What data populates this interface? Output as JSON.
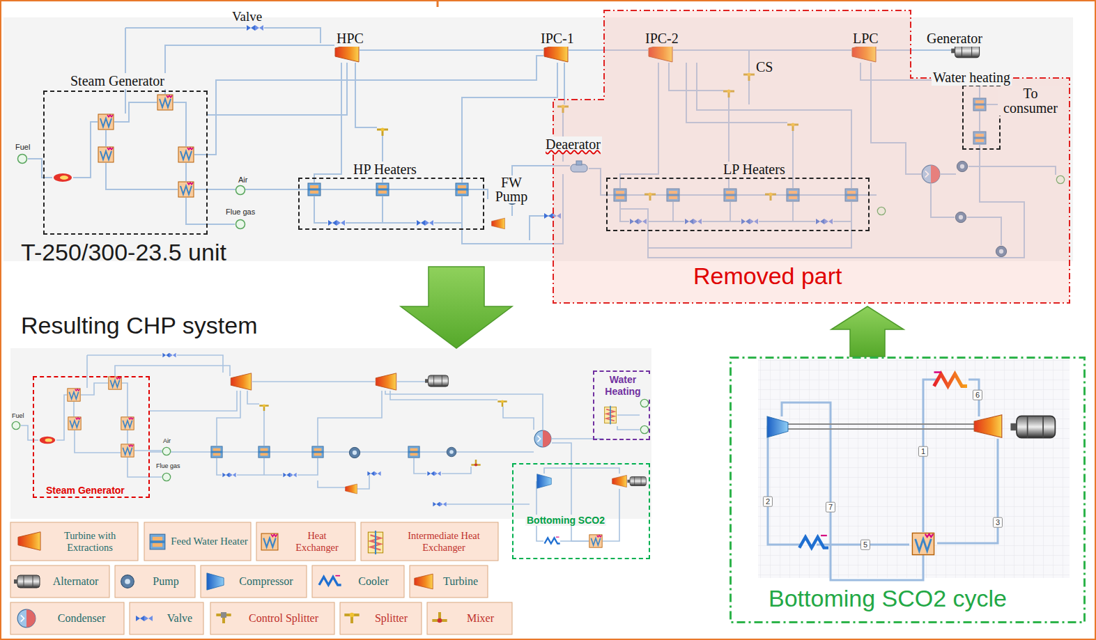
{
  "diagram": {
    "nodes": [
      {
        "text": [
          "T-250/300-23.5 unit"
        ]
      },
      {
        "text": [
          "Steam Generator"
        ],
        "in": 0
      },
      {
        "text": [
          "HP Heaters"
        ],
        "in": 0
      },
      {
        "text": [
          "Removed part"
        ],
        "in": 0
      },
      {
        "text": [
          "LP Heaters"
        ],
        "in": 3
      },
      {
        "text": [
          "Water heating"
        ],
        "in": 3
      },
      {
        "text": [
          "Resulting CHP system"
        ]
      },
      {
        "text": [
          "Steam Generator"
        ],
        "in": 6
      },
      {
        "text": [
          "Water Heating"
        ],
        "in": 6
      },
      {
        "text": [
          "Bottoming SCO2"
        ],
        "in": 6
      },
      {
        "text": [
          "Bottoming SCO2 cycle"
        ]
      }
    ],
    "edges": [
      {
        "from": 0,
        "to": 6,
        "arrow": "to"
      },
      {
        "from": 10,
        "to": 3,
        "arrow": "to"
      }
    ],
    "labels": [
      "Valve",
      "HPC",
      "IPC-1",
      "IPC-2",
      "LPC",
      "Generator",
      "CS",
      "To consumer",
      "Deaerator",
      "FW Pump",
      "Fuel",
      "Air",
      "Flue gas",
      "Fuel",
      "Air",
      "Flue gas",
      "6",
      "1",
      "2",
      "7",
      "3",
      "5"
    ],
    "legend": [
      {
        "text": "Turbine with Extractions"
      },
      {
        "text": "Feed Water Heater"
      },
      {
        "text": "Heat Exchanger"
      },
      {
        "text": "Intermediate Heat Exchanger"
      },
      {
        "text": "Alternator"
      },
      {
        "text": "Pump"
      },
      {
        "text": "Compressor"
      },
      {
        "text": "Cooler"
      },
      {
        "text": "Turbine"
      },
      {
        "text": "Condenser"
      },
      {
        "text": "Valve"
      },
      {
        "text": "Control Splitter"
      },
      {
        "text": "Splitter"
      },
      {
        "text": "Mixer"
      }
    ]
  }
}
